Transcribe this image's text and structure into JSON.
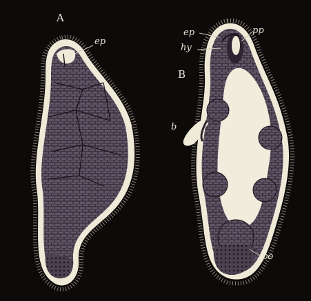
{
  "figure": {
    "panel_a": {
      "letter": "A",
      "labels": {
        "ep": "ep"
      }
    },
    "panel_b": {
      "letter": "B",
      "labels": {
        "ep": "ep",
        "hy": "hy",
        "pp": "pp",
        "b": "b",
        "po": "po"
      }
    },
    "colors": {
      "background": "#0d0b0a",
      "cell_fill": "#5f5566",
      "mesh": "#2a232d",
      "body_outline": "#efe9d8",
      "cavity": "#f1ecdc",
      "label_text": "#e9e4d6"
    }
  }
}
